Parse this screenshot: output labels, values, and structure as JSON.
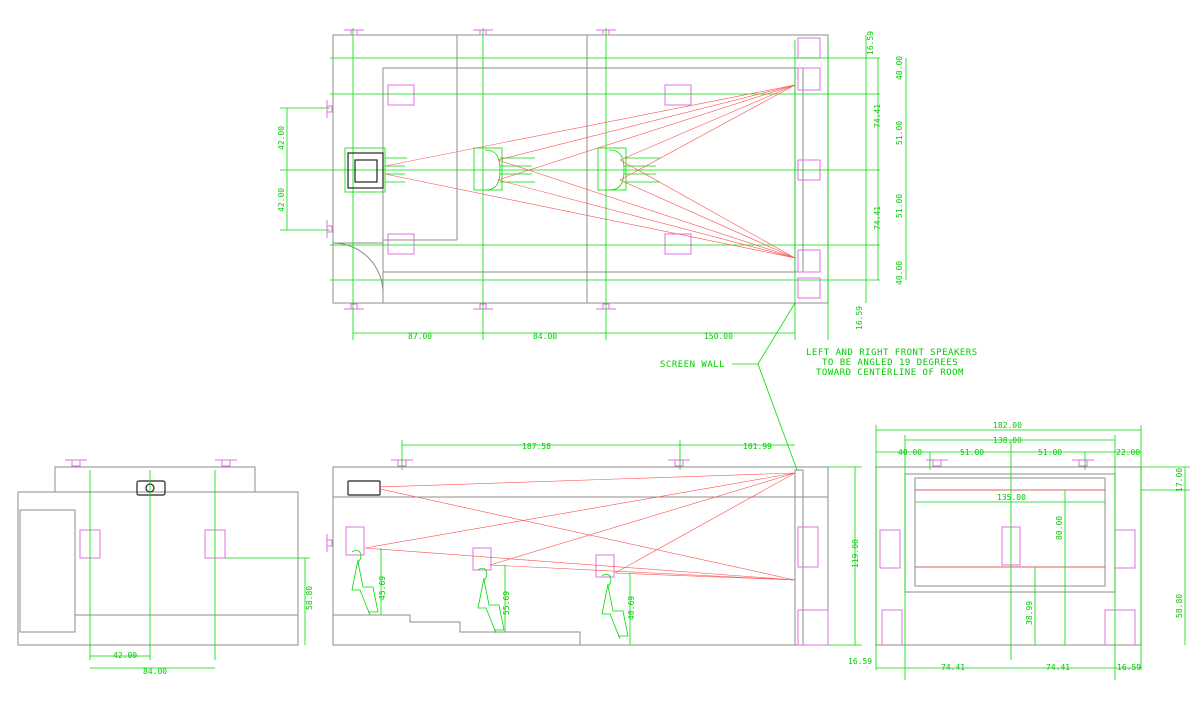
{
  "notes": {
    "screen_wall": "SCREEN WALL",
    "speaker_note_line1": "LEFT AND RIGHT FRONT SPEAKERS",
    "speaker_note_line2": "TO BE ANGLED 19 DEGREES",
    "speaker_note_line3": "TOWARD CENTERLINE OF ROOM"
  },
  "plan": {
    "dim_row1": "87.00",
    "dim_row2": "84.00",
    "dim_row3": "150.00",
    "dim_left_top": "42.00",
    "dim_left_bottom": "42.00",
    "dim_right_top": "16.59",
    "dim_right_bottom": "16.59",
    "dim_r1_a": "40.00",
    "dim_r1_b": "51.00",
    "dim_r1_c": "51.00",
    "dim_r1_d": "40.00",
    "dim_r2_a": "74.41",
    "dim_r2_b": "74.41"
  },
  "side": {
    "dim_top": "187.58",
    "dim_top_small": "101.99",
    "dim_height": "119.00",
    "eye1": "45.69",
    "eye2": "55.69",
    "eye3": "40.69"
  },
  "rear": {
    "dim_inner": "42.00",
    "dim_outer": "84.00",
    "dim_height": "58.80"
  },
  "front": {
    "dim_total": "182.00",
    "dim_inner": "138.00",
    "dim_a": "40.00",
    "dim_b": "51.00",
    "dim_c": "51.00",
    "dim_d": "22.00",
    "dim_top_right": "17.00",
    "dim_screen_w": "135.00",
    "dim_screen_h": "80.00",
    "dim_sill": "38.99",
    "dim_side": "58.80",
    "dim_bottom_l": "74.41",
    "dim_bottom_r": "74.41",
    "dim_corner_l": "16.59",
    "dim_corner_r": "16.59"
  }
}
